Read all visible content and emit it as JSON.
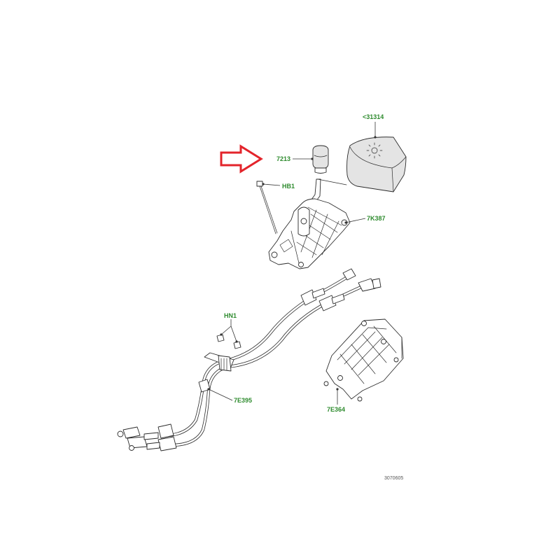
{
  "callouts": {
    "knob_cover": "<31314",
    "knob": "7213",
    "bolt": "HB1",
    "shifter_housing": "7K387",
    "nuts": "HN1",
    "cable_assembly": "7E395",
    "bracket": "7E364"
  },
  "reference_number": "3070605",
  "colors": {
    "callout_text": "#2e8b2e",
    "highlight_arrow": "#e3242b",
    "line_art": "#2b2b2b"
  }
}
